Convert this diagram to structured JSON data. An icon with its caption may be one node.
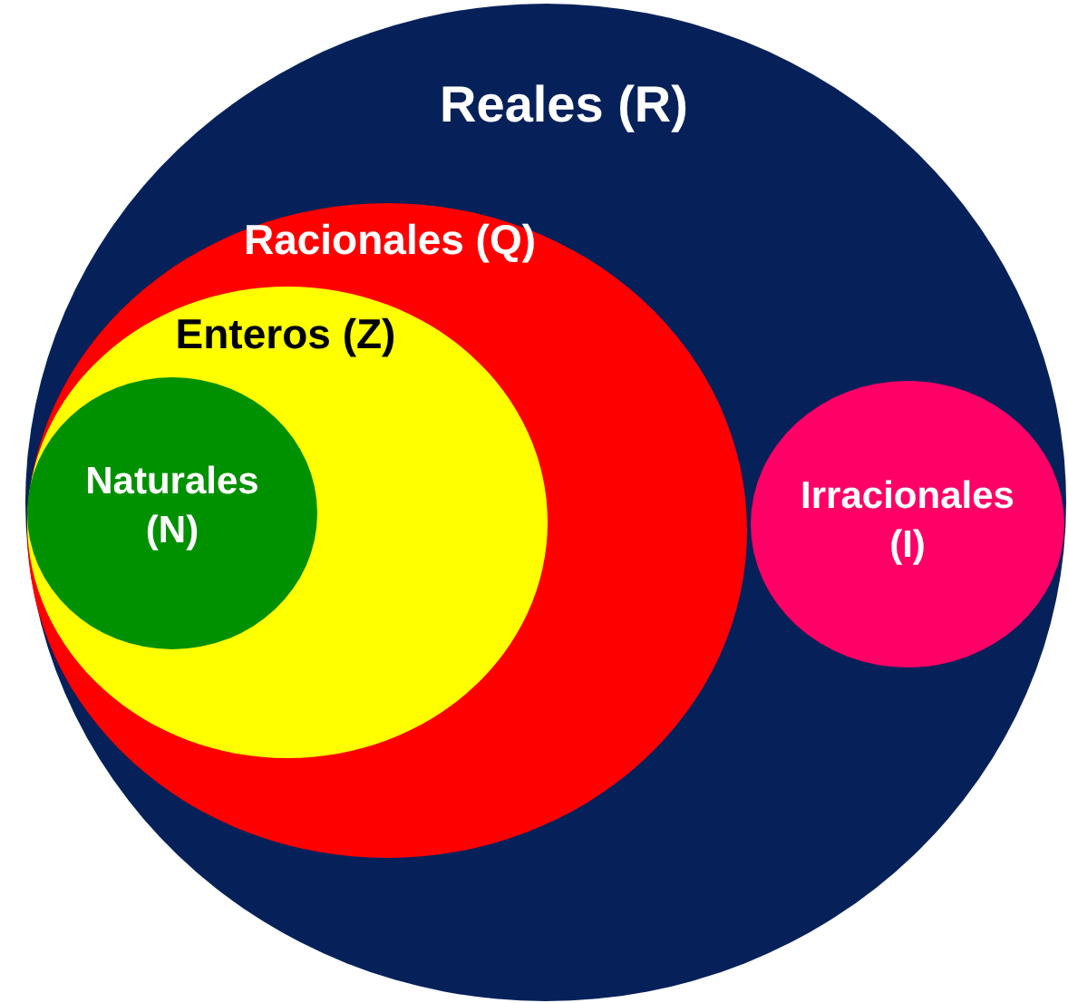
{
  "diagram": {
    "nodes": [
      {
        "text": [
          "Reales (R)"
        ]
      },
      {
        "text": [
          "Racionales (Q)"
        ],
        "in": 0
      },
      {
        "text": [
          "Enteros (Z)"
        ],
        "in": 1
      },
      {
        "text": [
          "Naturales (N)"
        ],
        "in": 2
      },
      {
        "text": [
          "Irracionales (I)"
        ],
        "in": 0
      }
    ],
    "edges": []
  }
}
